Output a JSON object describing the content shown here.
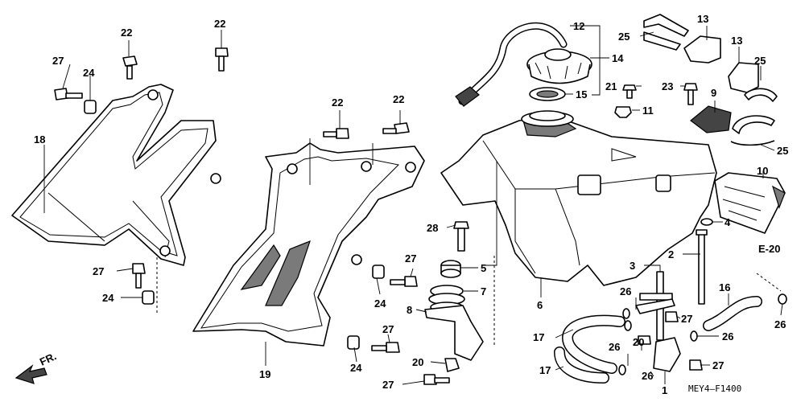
{
  "callouts": {
    "c1": "1",
    "c2": "2",
    "c3": "3",
    "c4": "4",
    "c5": "5",
    "c6": "6",
    "c7": "7",
    "c8": "8",
    "c9": "9",
    "c10": "10",
    "c11": "11",
    "c12": "12",
    "c13a": "13",
    "c13b": "13",
    "c14": "14",
    "c15": "15",
    "c16": "16",
    "c17a": "17",
    "c17b": "17",
    "c18": "18",
    "c19": "19",
    "c20a": "20",
    "c20b": "20",
    "c21": "21",
    "c22a": "22",
    "c22b": "22",
    "c22c": "22",
    "c22d": "22",
    "c23": "23",
    "c24a": "24",
    "c24b": "24",
    "c24c": "24",
    "c24d": "24",
    "c25a": "25",
    "c25b": "25",
    "c25c": "25",
    "c26a": "26",
    "c26b": "26",
    "c26c": "26",
    "c26d": "26",
    "c26e": "26",
    "c27a": "27",
    "c27b": "27",
    "c27c": "27",
    "c27d": "27",
    "c27e": "27",
    "c27f": "27",
    "c27g": "27",
    "c28": "28"
  },
  "section_ref": "E-20",
  "front_marker": "FR.",
  "diagram_code": "MEY4–F1400",
  "colors": {
    "line": "#000000",
    "shade": "#7a7a7a",
    "background": "#ffffff"
  }
}
